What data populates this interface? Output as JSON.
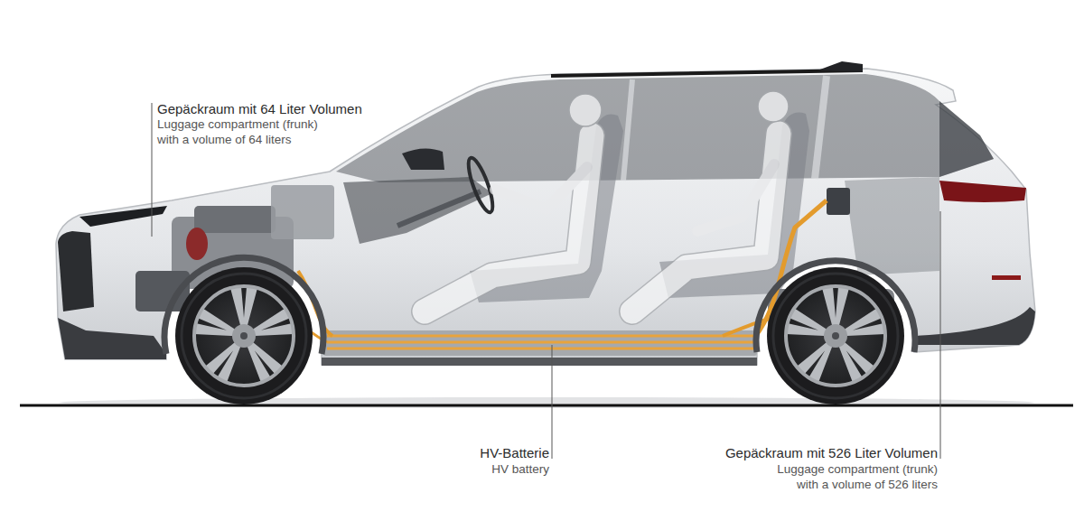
{
  "diagram": {
    "labels": [
      "Gepäckraum mit 64 Liter Volumen",
      "Luggage compartment (frunk) with a volume of 64 liters",
      "HV-Batterie",
      "HV battery",
      "Gepäckraum mit 526 Liter Volumen",
      "Luggage compartment (trunk) with a volume of 526 liters"
    ]
  }
}
